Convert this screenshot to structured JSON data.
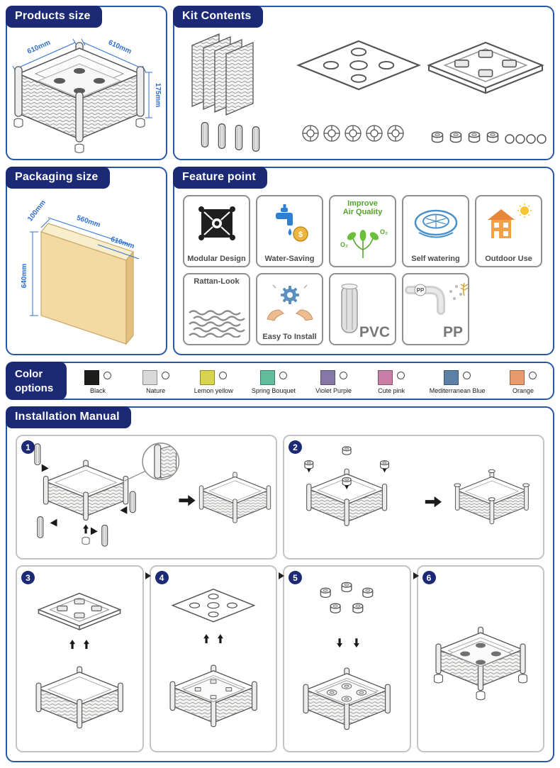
{
  "theme": {
    "panel_border": "#2a57a5",
    "header_bg": "#1c2a76",
    "dim_color": "#2e6fd0"
  },
  "products_size": {
    "title": "Products size",
    "dims": [
      "610mm",
      "610mm",
      "175mm"
    ]
  },
  "kit_contents": {
    "title": "Kit Contents"
  },
  "packaging_size": {
    "title": "Packaging size",
    "dims": [
      "100mm",
      "560mm",
      "610mm",
      "640mm"
    ]
  },
  "feature_point": {
    "title": "Feature point",
    "features": [
      {
        "label": "Modular Design"
      },
      {
        "label": "Water-Saving",
        "coin": "$"
      },
      {
        "label_line1": "Improve",
        "label_line2": "Air Quality",
        "o2": "O₂"
      },
      {
        "label": "Self watering"
      },
      {
        "label": "Outdoor Use"
      },
      {
        "label": "Rattan-Look"
      },
      {
        "label": "Easy To Install"
      },
      {
        "label": "PVC"
      },
      {
        "label": "PP",
        "badge": "PP"
      }
    ]
  },
  "color_options": {
    "title_line1": "Color",
    "title_line2": "options",
    "colors": [
      {
        "label": "Black",
        "hex": "#1d1d1b"
      },
      {
        "label": "Nature",
        "hex": "#d9d9d9"
      },
      {
        "label": "Lemon yellow",
        "hex": "#d8d44e"
      },
      {
        "label": "Spring Bouquet",
        "hex": "#62bd9c"
      },
      {
        "label": "Violet Purple",
        "hex": "#8677a6"
      },
      {
        "label": "Cute pink",
        "hex": "#c87fa6"
      },
      {
        "label": "Mediterranean Blue",
        "hex": "#5d81a6"
      },
      {
        "label": "Orange",
        "hex": "#e99a6c"
      }
    ]
  },
  "installation": {
    "title": "Installation Manual",
    "steps": [
      "1",
      "2",
      "3",
      "4",
      "5",
      "6"
    ]
  }
}
